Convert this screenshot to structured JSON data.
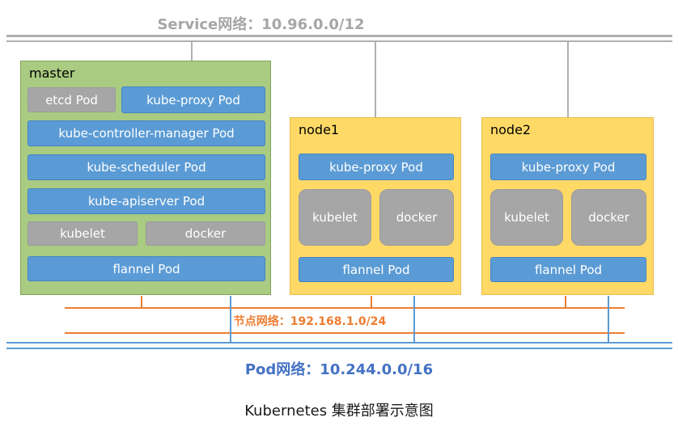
{
  "diagram_title": "Kubernetes 集群部署示意图",
  "networks": {
    "service": {
      "label": "Service网络：10.96.0.0/12",
      "color": "#a6a6a6"
    },
    "node": {
      "label": "节点网络：192.168.1.0/24",
      "color": "#ed7d31"
    },
    "pod": {
      "label": "Pod网络：10.244.0.0/16",
      "color": "#4472c4"
    }
  },
  "master": {
    "title": "master",
    "etcd": "etcd Pod",
    "kube_proxy": "kube-proxy Pod",
    "controller_manager": "kube-controller-manager Pod",
    "scheduler": "kube-scheduler Pod",
    "apiserver": "kube-apiserver Pod",
    "kubelet": "kubelet",
    "docker": "docker",
    "flannel": "flannel Pod"
  },
  "nodes": [
    {
      "title": "node1",
      "kube_proxy": "kube-proxy Pod",
      "kubelet": "kubelet",
      "docker": "docker",
      "flannel": "flannel Pod"
    },
    {
      "title": "node2",
      "kube_proxy": "kube-proxy Pod",
      "kubelet": "kubelet",
      "docker": "docker",
      "flannel": "flannel Pod"
    }
  ],
  "palette": {
    "master_fill": "#a9cb82",
    "node_fill": "#ffd966",
    "pod_box_blue": "#5b9bd5",
    "component_gray": "#a6a6a6"
  }
}
